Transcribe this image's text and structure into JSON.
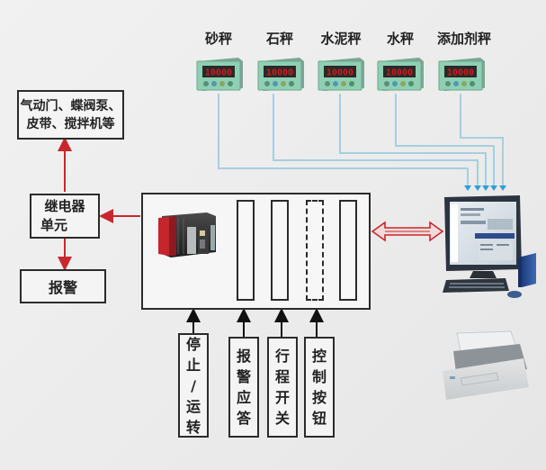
{
  "title": "PLC batching control system diagram",
  "scales": [
    {
      "label": "砂秤",
      "reading": "10000"
    },
    {
      "label": "石秤",
      "reading": "10000"
    },
    {
      "label": "水泥秤",
      "reading": "10000"
    },
    {
      "label": "水秤",
      "reading": "10000"
    },
    {
      "label": "添加剂秤",
      "reading": "10000"
    }
  ],
  "outputs": {
    "actuators": {
      "line1": "气动门、蝶阀泵、",
      "line2": "皮带、搅拌机等"
    },
    "relay": {
      "line1": "继电器",
      "line2": "单元"
    },
    "alarm": "报警"
  },
  "inputs": [
    {
      "chars": [
        "停",
        "止",
        "/",
        "运",
        "转"
      ]
    },
    {
      "chars": [
        "报",
        "警",
        "应",
        "答"
      ]
    },
    {
      "chars": [
        "行",
        "程",
        "开",
        "关"
      ]
    },
    {
      "chars": [
        "控",
        "制",
        "按",
        "钮"
      ]
    }
  ],
  "plc": {
    "modules": [
      "io-slot",
      "io-slot",
      "optional-slot",
      "io-slot"
    ]
  },
  "devices": {
    "computer": "computer-icon",
    "printer": "printer-icon"
  },
  "colors": {
    "arrow_red": "#c8282d",
    "signal_blue": "#9cc9dc",
    "signal_arrow": "#2c9fd6",
    "meter_body": "#8fd0b4",
    "meter_display": "#d11b1b"
  }
}
